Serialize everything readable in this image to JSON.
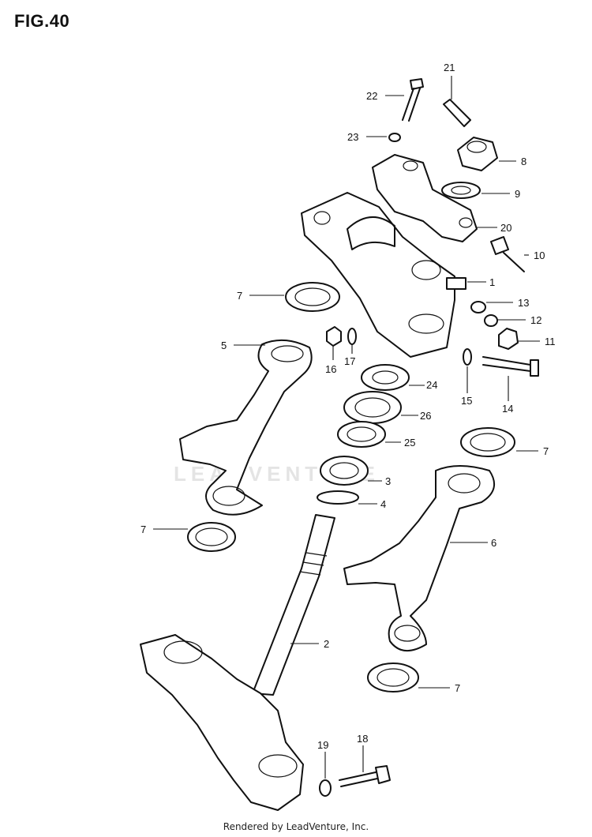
{
  "figure": {
    "title": "FIG.40"
  },
  "footer": {
    "text": "Rendered by LeadVenture, Inc."
  },
  "watermark": {
    "text": "LEADVENTURE"
  },
  "callouts": [
    {
      "id": "c1",
      "label": "1"
    },
    {
      "id": "c2",
      "label": "2"
    },
    {
      "id": "c3",
      "label": "3"
    },
    {
      "id": "c4",
      "label": "4"
    },
    {
      "id": "c5",
      "label": "5"
    },
    {
      "id": "c6",
      "label": "6"
    },
    {
      "id": "c7a",
      "label": "7"
    },
    {
      "id": "c7b",
      "label": "7"
    },
    {
      "id": "c7c",
      "label": "7"
    },
    {
      "id": "c7d",
      "label": "7"
    },
    {
      "id": "c8",
      "label": "8"
    },
    {
      "id": "c9",
      "label": "9"
    },
    {
      "id": "c10",
      "label": "10"
    },
    {
      "id": "c11",
      "label": "11"
    },
    {
      "id": "c12",
      "label": "12"
    },
    {
      "id": "c13",
      "label": "13"
    },
    {
      "id": "c14",
      "label": "14"
    },
    {
      "id": "c15",
      "label": "15"
    },
    {
      "id": "c16",
      "label": "16"
    },
    {
      "id": "c17",
      "label": "17"
    },
    {
      "id": "c18",
      "label": "18"
    },
    {
      "id": "c19",
      "label": "19"
    },
    {
      "id": "c20",
      "label": "20"
    },
    {
      "id": "c21",
      "label": "21"
    },
    {
      "id": "c22",
      "label": "22"
    },
    {
      "id": "c23",
      "label": "23"
    },
    {
      "id": "c24",
      "label": "24"
    },
    {
      "id": "c25",
      "label": "25"
    },
    {
      "id": "c26",
      "label": "26"
    }
  ]
}
